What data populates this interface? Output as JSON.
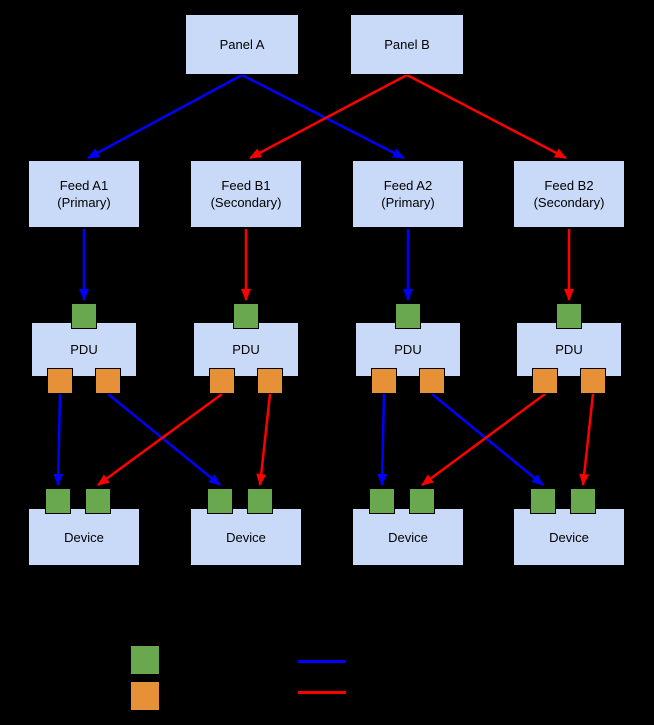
{
  "panels": [
    {
      "label": "Panel A"
    },
    {
      "label": "Panel B"
    }
  ],
  "feeds": [
    {
      "line1": "Feed A1",
      "line2": "(Primary)"
    },
    {
      "line1": "Feed B1",
      "line2": "(Secondary)"
    },
    {
      "line1": "Feed A2",
      "line2": "(Primary)"
    },
    {
      "line1": "Feed B2",
      "line2": "(Secondary)"
    }
  ],
  "pdus": [
    {
      "label": "PDU"
    },
    {
      "label": "PDU"
    },
    {
      "label": "PDU"
    },
    {
      "label": "PDU"
    }
  ],
  "devices": [
    {
      "label": "Device"
    },
    {
      "label": "Device"
    },
    {
      "label": "Device"
    },
    {
      "label": "Device"
    }
  ],
  "colors": {
    "background": "#000000",
    "box_fill": "#c9daf8",
    "box_border": "#000000",
    "input_port": "#6aa84f",
    "output_port": "#e69138",
    "primary_path": "#0000ff",
    "secondary_path": "#ff0000"
  },
  "legend": {
    "swatches": [
      {
        "name": "input-port-swatch",
        "color": "#6aa84f"
      },
      {
        "name": "output-port-swatch",
        "color": "#e69138"
      }
    ],
    "lines": [
      {
        "name": "primary-path-line",
        "color": "#0000ff"
      },
      {
        "name": "secondary-path-line",
        "color": "#ff0000"
      }
    ]
  }
}
